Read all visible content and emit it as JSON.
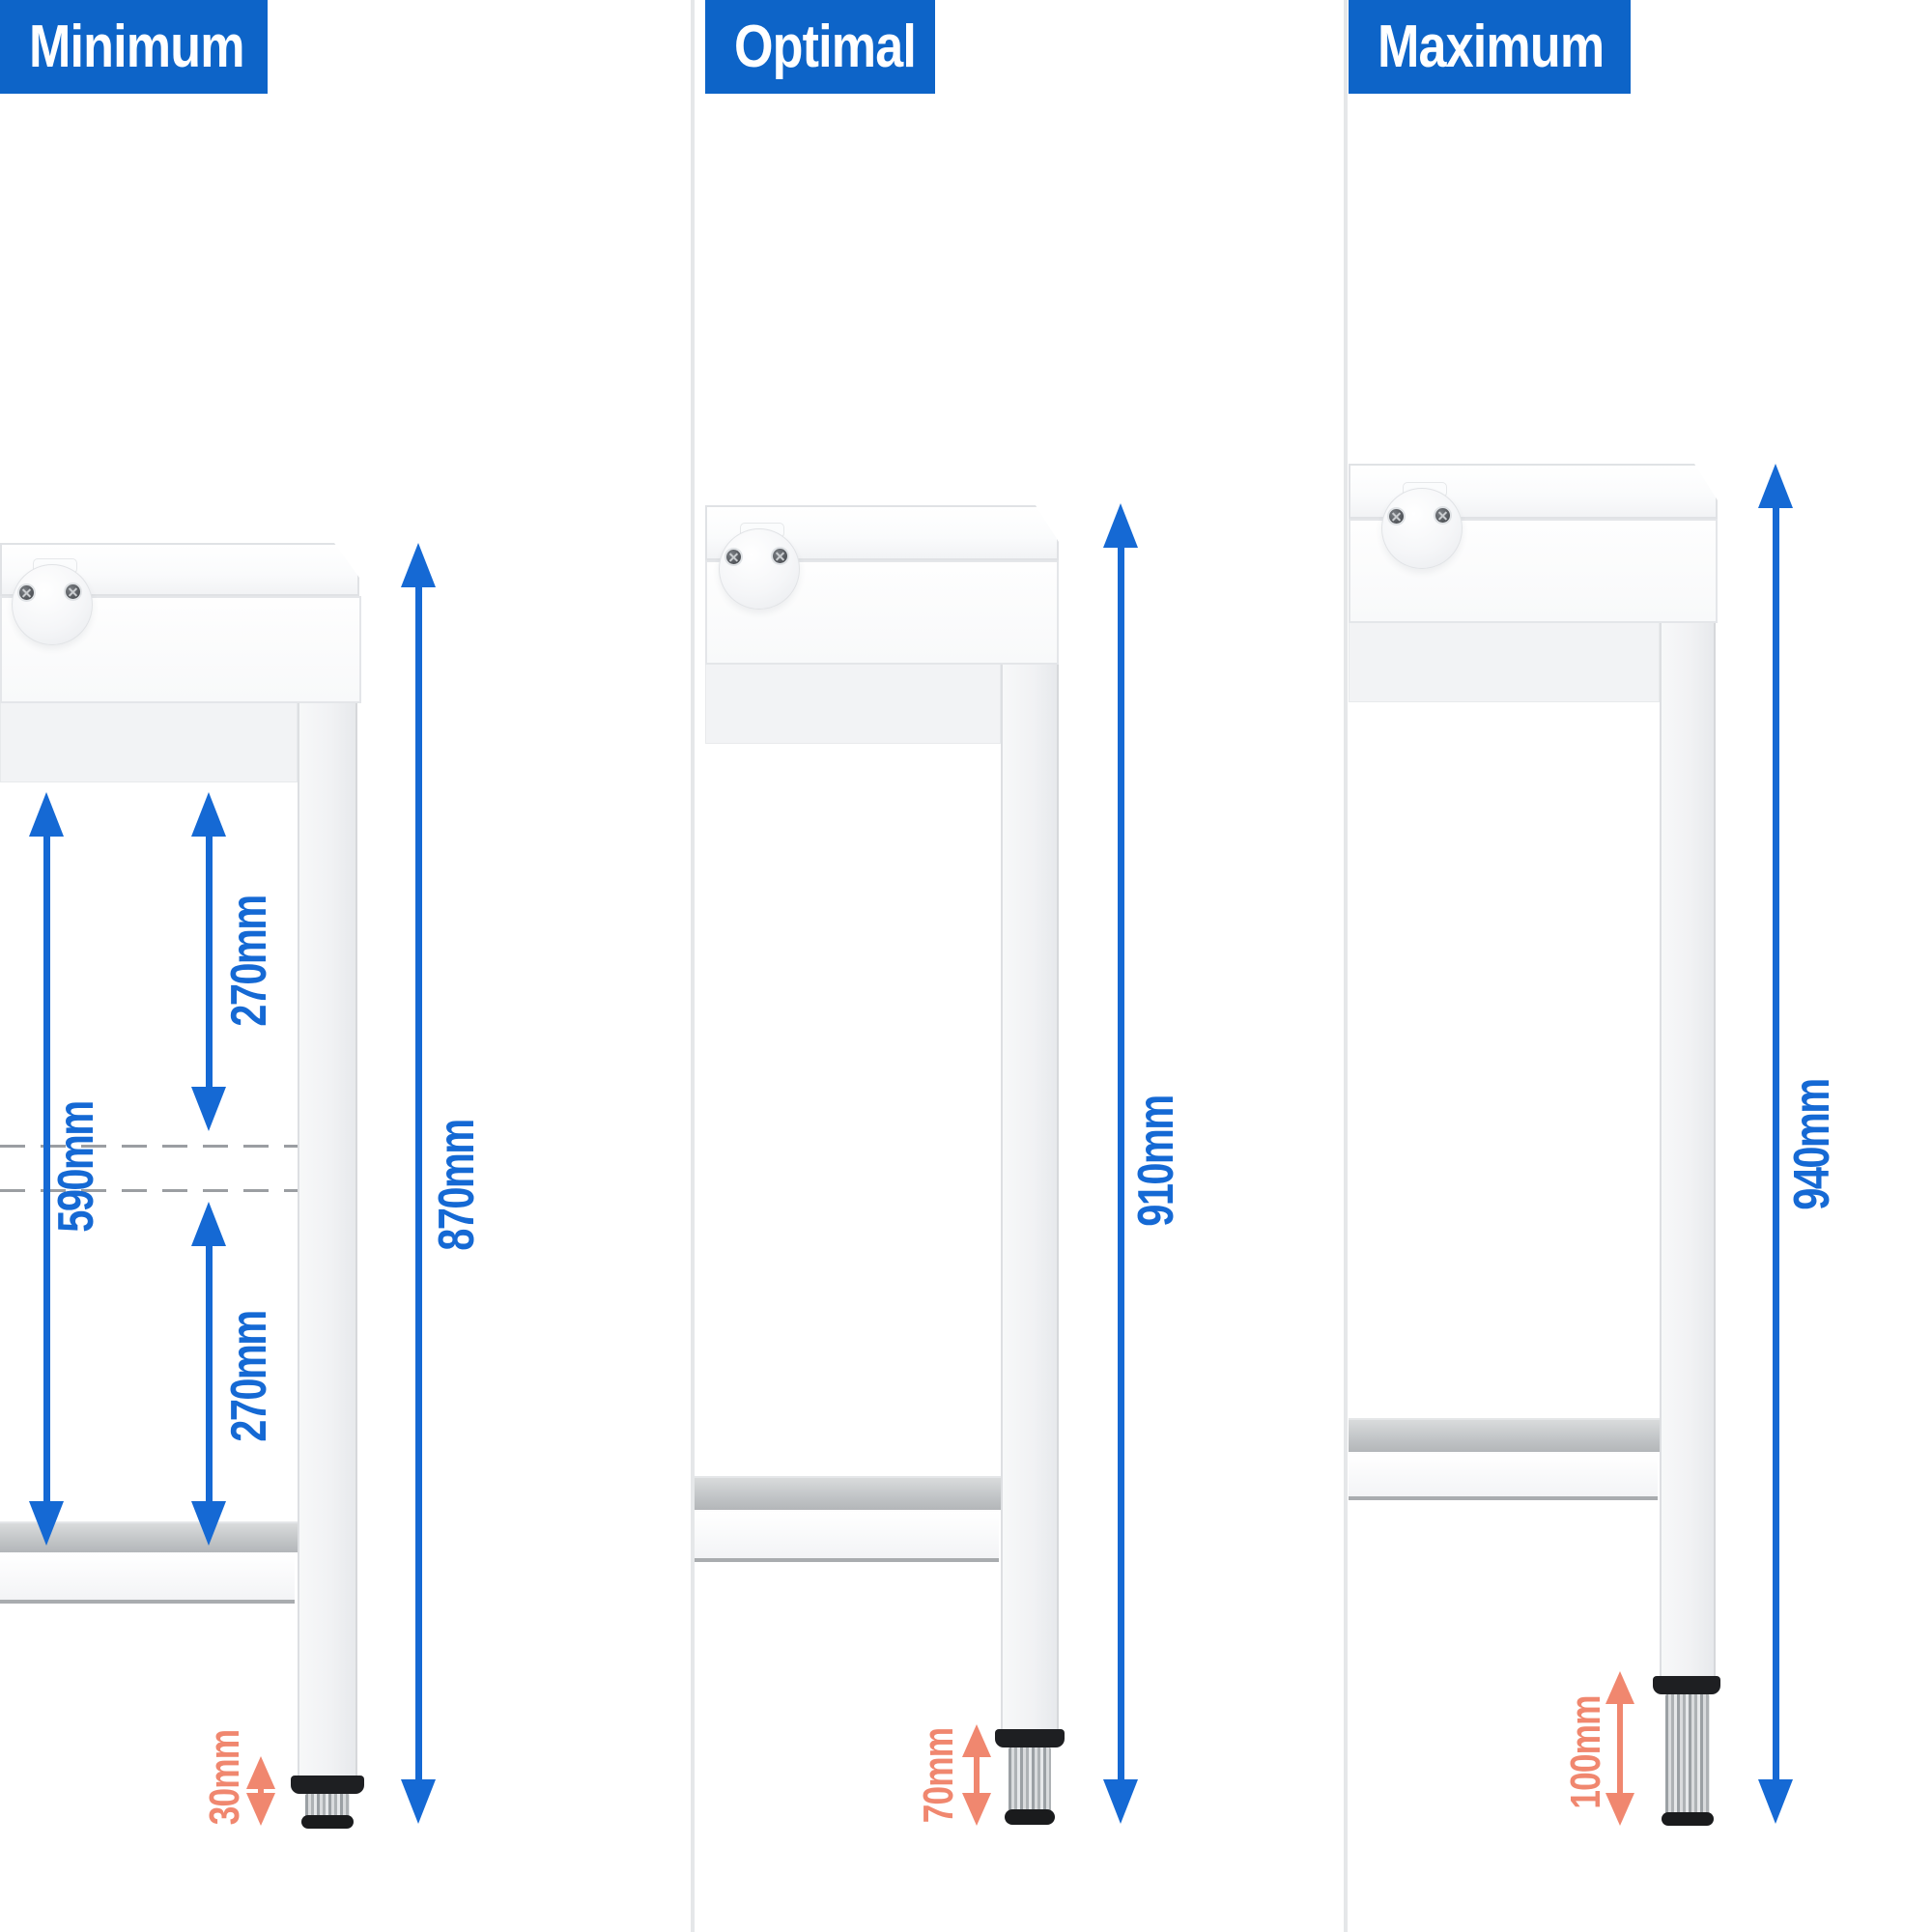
{
  "colors": {
    "label_background": "#0d64c8",
    "dimension_blue": "#1569d4",
    "adjustment_salmon": "#f0876f"
  },
  "panels": [
    {
      "label": "Minimum",
      "total_height": "870mm",
      "foot_adjustment": "30mm",
      "internal": {
        "upper_gap": "270mm",
        "shelf_clearance": "590mm",
        "lower_gap": "270mm"
      }
    },
    {
      "label": "Optimal",
      "total_height": "910mm",
      "foot_adjustment": "70mm"
    },
    {
      "label": "Maximum",
      "total_height": "940mm",
      "foot_adjustment": "100mm"
    }
  ]
}
